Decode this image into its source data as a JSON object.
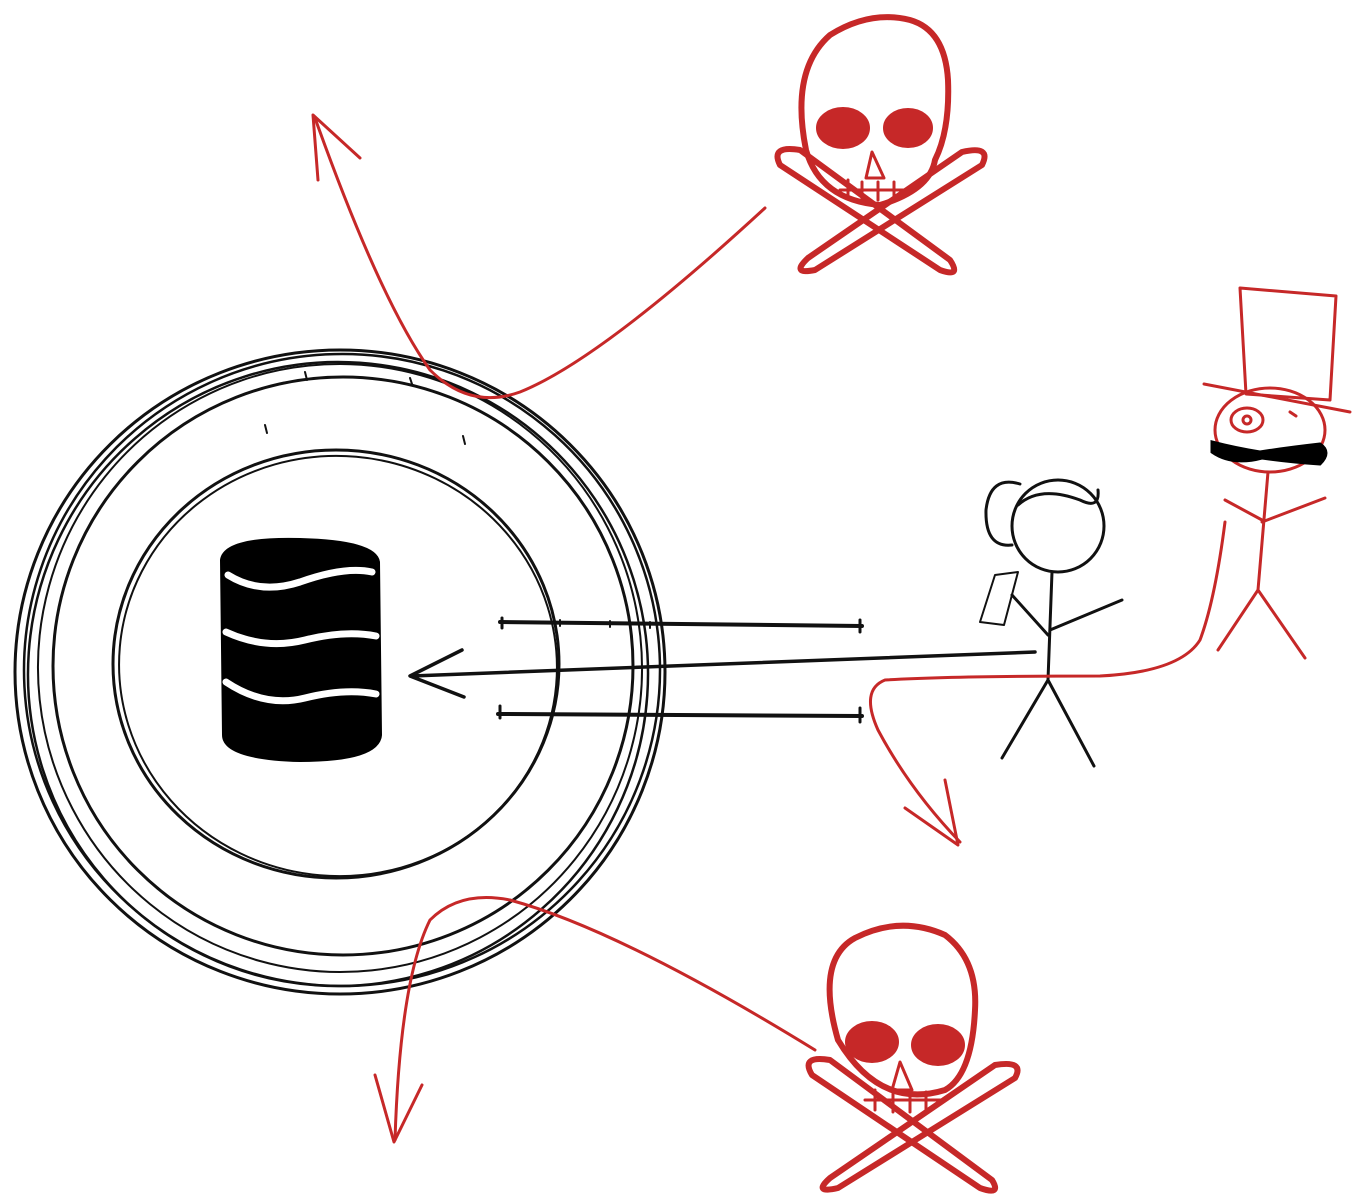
{
  "diagram": {
    "elements": [
      {
        "id": "fortress",
        "icon": "concentric-circles-icon"
      },
      {
        "id": "database",
        "icon": "database-cylinder-icon"
      },
      {
        "id": "access-channel",
        "icon": "corridor-icon"
      },
      {
        "id": "legit-user",
        "icon": "stick-figure-with-phone-icon"
      },
      {
        "id": "villain",
        "icon": "top-hat-villain-icon"
      },
      {
        "id": "threat-top",
        "icon": "skull-crossbones-icon"
      },
      {
        "id": "threat-bottom",
        "icon": "skull-crossbones-icon"
      }
    ],
    "colors": {
      "ink": "#111111",
      "threat": "#c62828",
      "background": "#ffffff"
    }
  }
}
